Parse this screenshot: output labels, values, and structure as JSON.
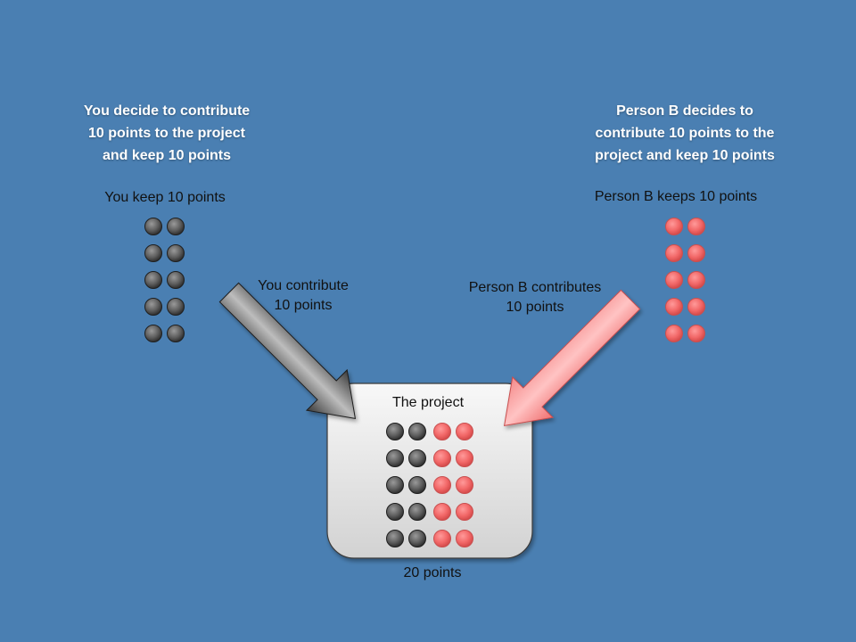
{
  "you": {
    "heading": "You decide to contribute\n10 points to the project\nand keep 10 points",
    "keep_label": "You keep 10 points",
    "contribute_label": "You contribute\n10 points",
    "kept_points": 10,
    "contributed_points": 10,
    "color": "#5a5a5a"
  },
  "person_b": {
    "heading": "Person B decides to\ncontribute 10 points to the\nproject and keep 10 points",
    "keep_label": "Person B keeps 10 points",
    "contribute_label": "Person B contributes\n10 points",
    "kept_points": 10,
    "contributed_points": 10,
    "color": "#f26d6d"
  },
  "project": {
    "title": "The project",
    "total_label": "20 points"
  },
  "colors": {
    "background": "#4a7fb2",
    "project_box": "#e9e9e9",
    "arrow_gray": "#7a7a7a",
    "arrow_red": "#f58b8b"
  }
}
